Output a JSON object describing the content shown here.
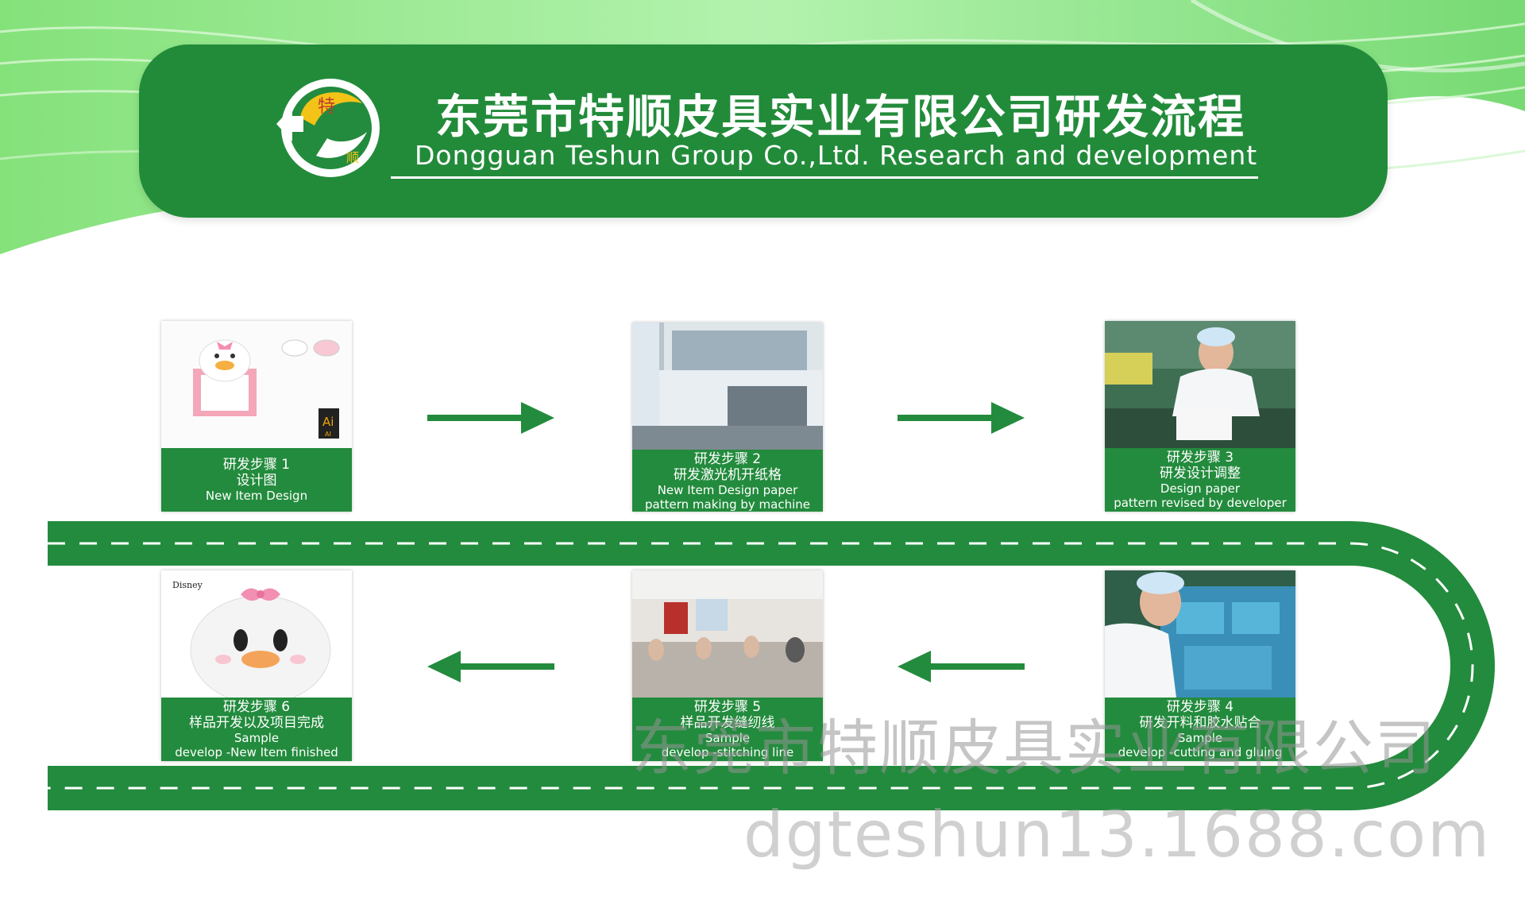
{
  "colors": {
    "brand_green": "#228b3a",
    "road_green": "#238b3d",
    "light_green": "#7be07a",
    "logo_yellow": "#f3c318"
  },
  "header": {
    "title_cn": "东莞市特顺皮具实业有限公司研发流程",
    "title_en": "Dongguan Teshun Group Co.,Ltd. Research and development",
    "logo_char_top": "特",
    "logo_char_bottom": "顺"
  },
  "steps": [
    {
      "line1": "研发步骤 1",
      "line2": "设计图",
      "line3": "New Item  Design",
      "line4": ""
    },
    {
      "line1": "研发步骤 2",
      "line2": "研发激光机开纸格",
      "line3": "New Item  Design paper",
      "line4": "pattern making by machine"
    },
    {
      "line1": "研发步骤 3",
      "line2": "研发设计调整",
      "line3": "Design paper",
      "line4": "pattern revised by developer"
    },
    {
      "line1": "研发步骤 4",
      "line2": "研发开料和胶水贴合",
      "line3": "Sample",
      "line4": "develop -cutting and gluing"
    },
    {
      "line1": "研发步骤 5",
      "line2": "样品开发缝纫线",
      "line3": "Sample",
      "line4": "develop -stitching line"
    },
    {
      "line1": "研发步骤 6",
      "line2": "样品开发以及项目完成",
      "line3": "Sample",
      "line4": "develop -New Item finished"
    }
  ],
  "step1_image": {
    "ai_badge": "Ai",
    "ai_sub": "AI"
  },
  "step6_image": {
    "brand_mark": "Disney"
  },
  "watermark": {
    "company_cn": "东莞市特顺皮具实业有限公司",
    "url": "dgteshun13.1688.com"
  }
}
